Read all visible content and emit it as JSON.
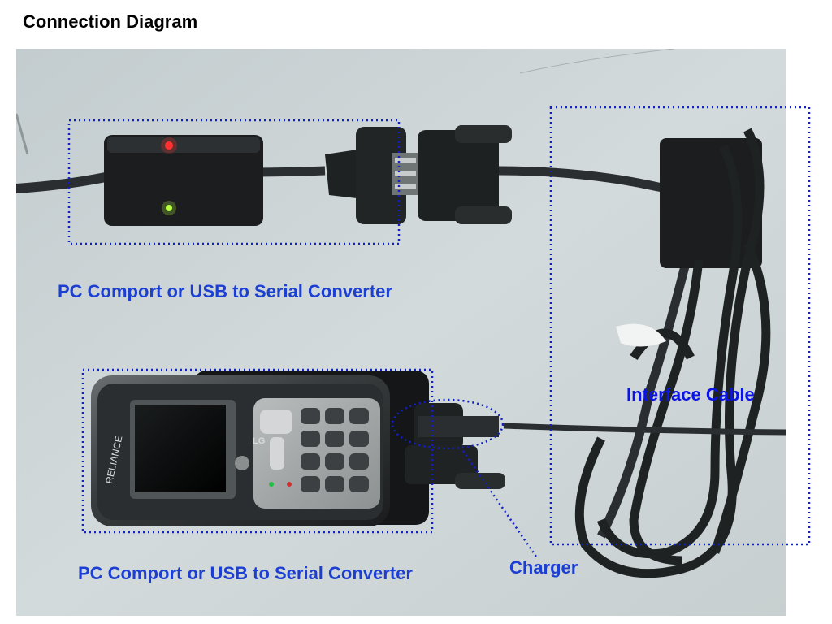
{
  "title": "Connection Diagram",
  "labels": {
    "converter_top": "PC Comport or USB to Serial Converter",
    "converter_bottom": "PC Comport or USB to Serial Converter",
    "interface_cable": "Interface Cable",
    "charger": "Charger"
  },
  "phone": {
    "brand": "LG",
    "carrier": "RELIANCE"
  },
  "colors": {
    "label": "#1c3fd2",
    "interface_label": "#0a14e6",
    "callout_line": "#1020c8",
    "photo_background": "#c9d2d4",
    "cable": "#2a2e30",
    "device_body": "#1b1d1e",
    "led_red": "#ff3030",
    "led_green": "#b8ff40"
  },
  "icons": [
    "led-red-icon",
    "led-green-icon",
    "lg-logo-icon"
  ]
}
